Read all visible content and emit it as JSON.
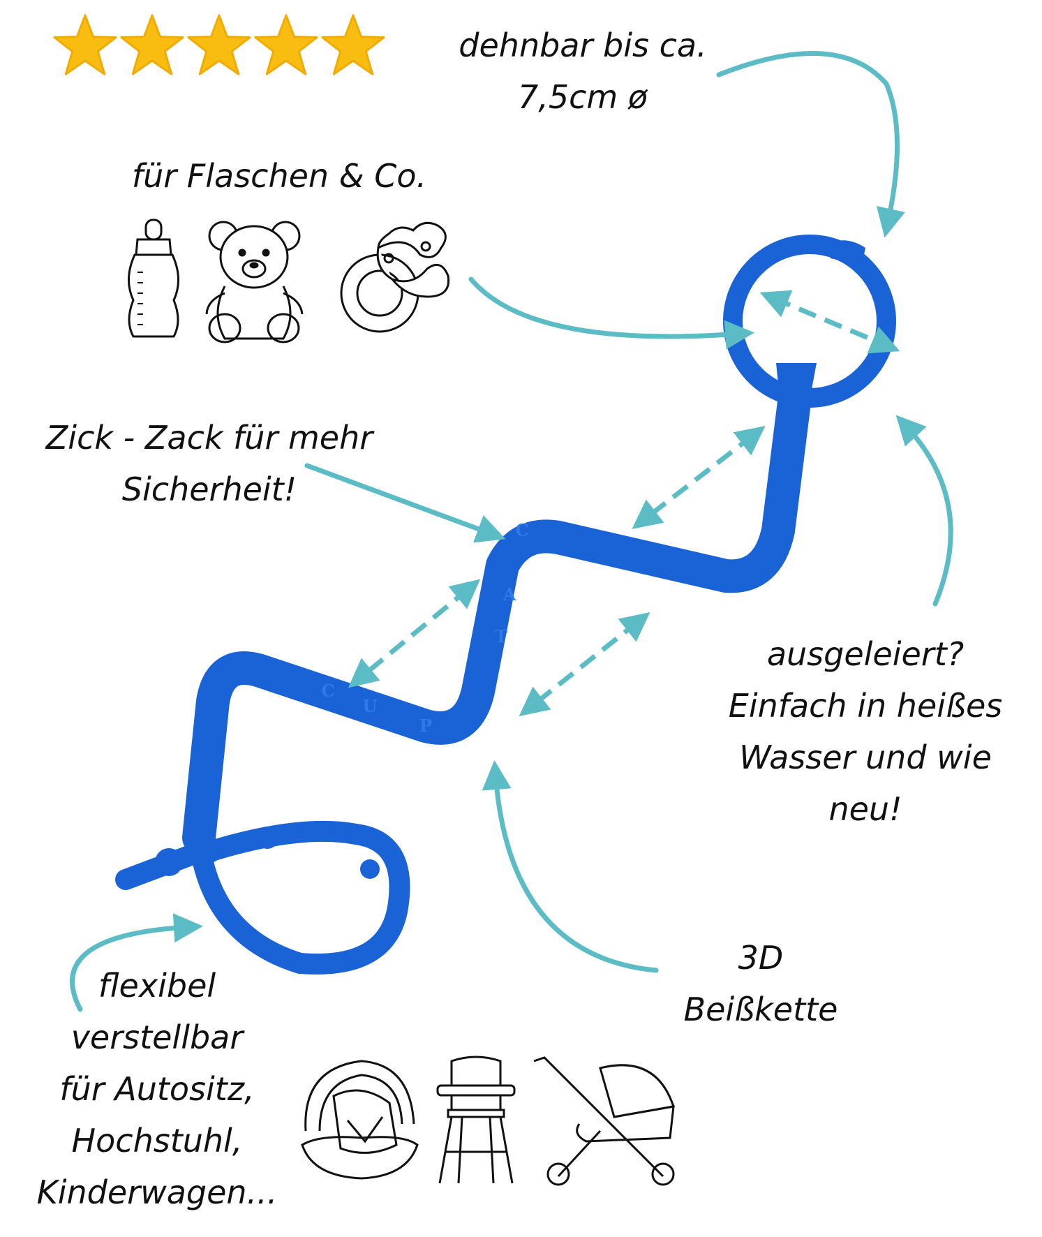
{
  "rating": {
    "stars": 5,
    "max": 5
  },
  "colors": {
    "product_blue": "#1a63d6",
    "arrow_teal": "#5bbcc6",
    "star_gold": "#f9bd12",
    "ink": "#111111"
  },
  "labels": {
    "stretch": [
      "dehnbar bis ca.",
      "7,5cm ø"
    ],
    "bottles": "für Flaschen & Co.",
    "zigzag": [
      "Zick - Zack für mehr",
      "Sicherheit!"
    ],
    "heat": [
      "ausgeleiert?",
      "Einfach in heißes",
      "Wasser und wie",
      "neu!"
    ],
    "teether": [
      "3D",
      "Beißkette"
    ],
    "flexible": [
      "flexibel",
      "verstellbar",
      "für Autositz,",
      "Hochstuhl,",
      "Kinderwagen..."
    ]
  },
  "product_embossing": [
    "C",
    "A",
    "T",
    "C",
    "U",
    "P"
  ],
  "icons": {
    "top": [
      "baby-bottle-icon",
      "teddy-bear-icon",
      "pacifier-icon"
    ],
    "bottom": [
      "baby-car-seat-icon",
      "high-chair-icon",
      "stroller-icon"
    ]
  }
}
